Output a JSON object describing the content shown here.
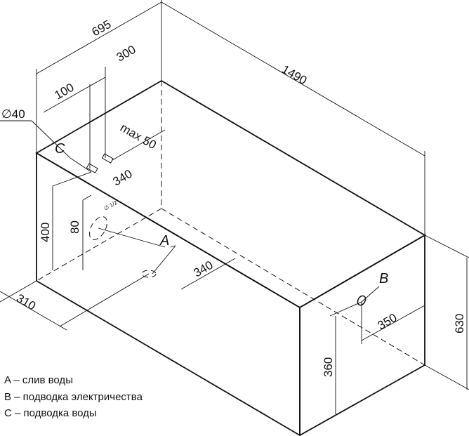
{
  "dimensions": {
    "width_top": "695",
    "length": "1490",
    "offset_300": "300",
    "offset_100": "100",
    "diameter": "∅40",
    "max50": "max 50",
    "d340_upper": "340",
    "d400": "400",
    "d80": "80",
    "d340_lower": "340",
    "d310": "310",
    "d350": "350",
    "d630": "630",
    "d360": "360",
    "pipe": "∅ 1/2\""
  },
  "markers": {
    "a": "A",
    "b": "B",
    "c": "C"
  },
  "legend": [
    "A – слив воды",
    "B – подводка электричества",
    "C – подводка воды"
  ]
}
